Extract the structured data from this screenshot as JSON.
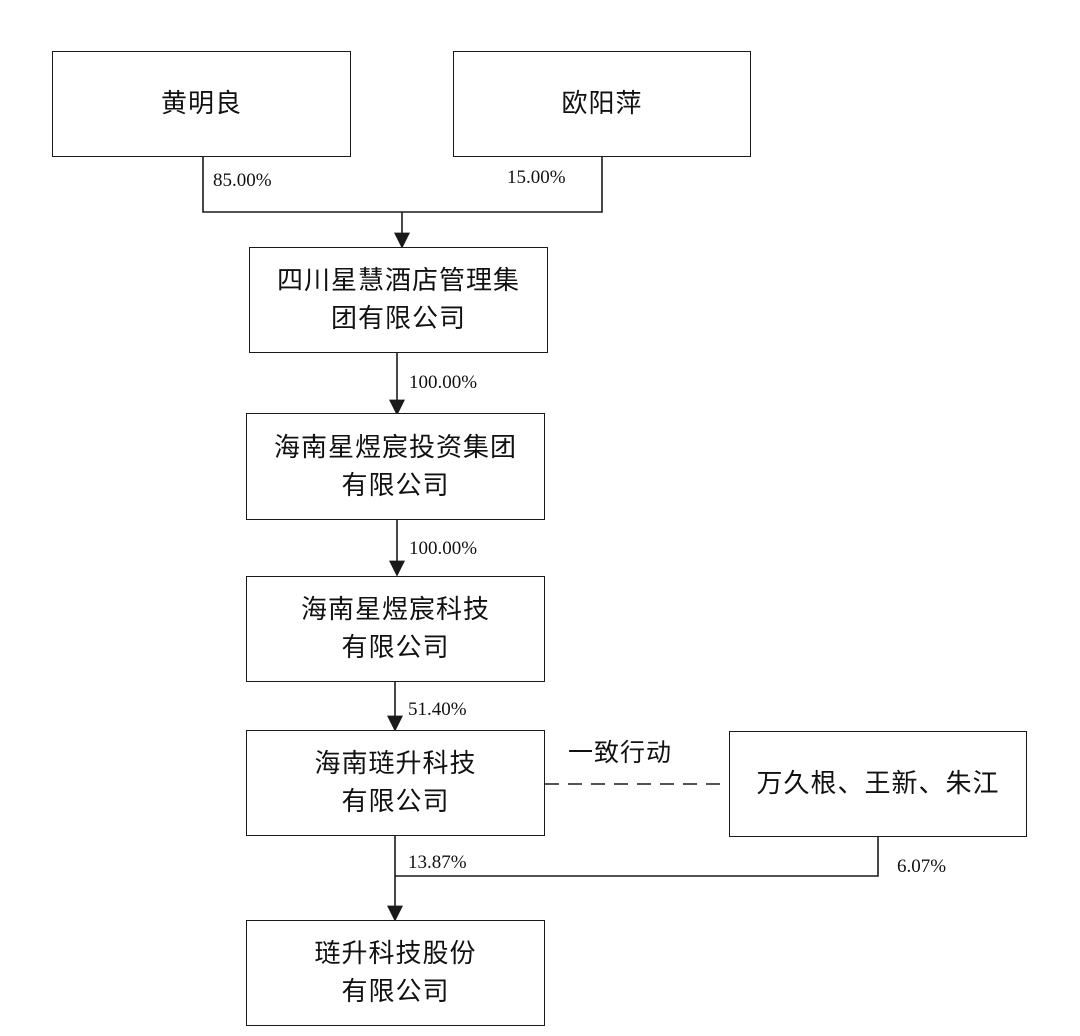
{
  "entities": {
    "huang": {
      "lines": [
        "黄明良"
      ]
    },
    "ouyang": {
      "lines": [
        "欧阳萍"
      ]
    },
    "sichuan": {
      "lines": [
        "四川星慧酒店管理集",
        "团有限公司"
      ]
    },
    "hainan_invest": {
      "lines": [
        "海南星煜宸投资集团",
        "有限公司"
      ]
    },
    "hainan_tech": {
      "lines": [
        "海南星煜宸科技",
        "有限公司"
      ]
    },
    "hainan_liansheng": {
      "lines": [
        "海南琏升科技",
        "有限公司"
      ]
    },
    "concert_persons": {
      "lines": [
        "万久根、王新、朱江"
      ]
    },
    "liansheng_shares": {
      "lines": [
        "琏升科技股份",
        "有限公司"
      ]
    }
  },
  "percentages": {
    "huang_to_sichuan": "85.00%",
    "ouyang_to_sichuan": "15.00%",
    "sichuan_to_invest": "100.00%",
    "invest_to_tech": "100.00%",
    "tech_to_liansheng": "51.40%",
    "liansheng_to_shares": "13.87%",
    "concert_to_shares": "6.07%"
  },
  "relations": {
    "acting_in_concert": "一致行动"
  },
  "colors": {
    "line": "#1a1a1a",
    "box_border": "#1a1a1a",
    "background": "#ffffff"
  }
}
